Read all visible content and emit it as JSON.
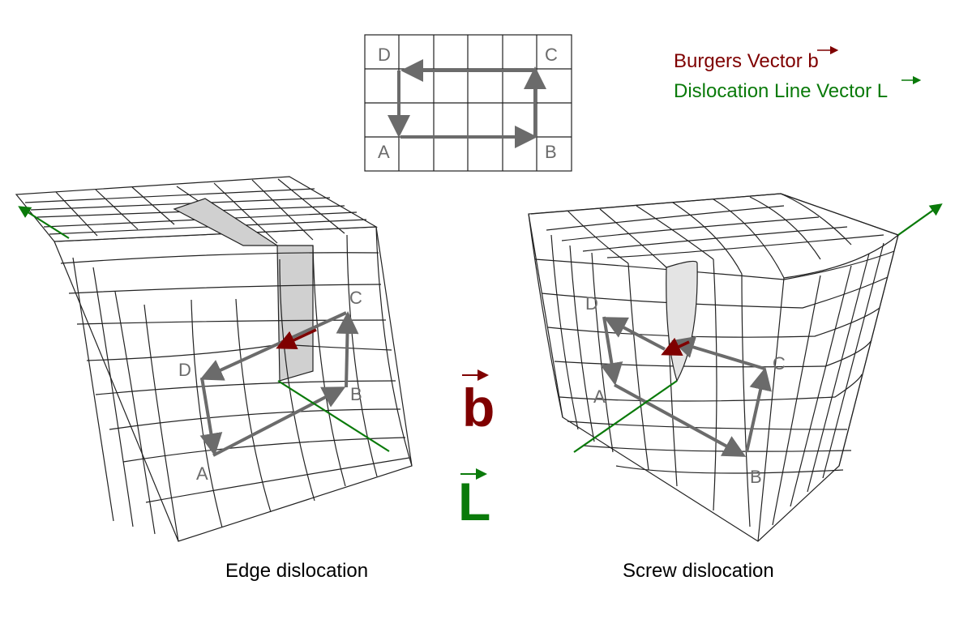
{
  "legend": {
    "burgers": "Burgers Vector b",
    "line": "Dislocation Line Vector L"
  },
  "symbols": {
    "b": "b",
    "L": "L"
  },
  "flat_grid": {
    "A": "A",
    "B": "B",
    "C": "C",
    "D": "D"
  },
  "edge": {
    "caption": "Edge dislocation",
    "A": "A",
    "B": "B",
    "C": "C",
    "D": "D"
  },
  "screw": {
    "caption": "Screw dislocation",
    "A": "A",
    "B": "B",
    "C": "C",
    "D": "D"
  },
  "colors": {
    "burgers": "#7f0000",
    "line": "#0a7a0a",
    "circuit": "#6b6b6b",
    "grid": "#222222"
  },
  "icons": [
    "arrow-icon"
  ]
}
